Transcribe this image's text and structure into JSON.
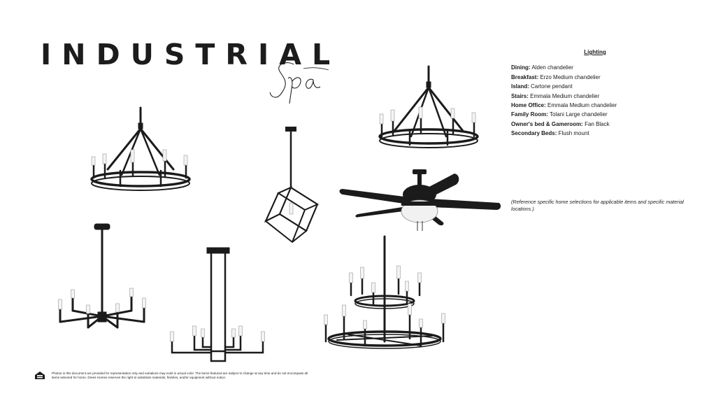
{
  "title": "INDUSTRIAL",
  "subtitle_script": "Spa",
  "spec": {
    "heading": "Lighting",
    "rows": [
      {
        "label": "Dining",
        "value": "Alden chandelier"
      },
      {
        "label": "Breakfast",
        "value": "Erzo Medium chandelier"
      },
      {
        "label": "Island",
        "value": " Cartone pendant"
      },
      {
        "label": "Stairs",
        "value": "Emmala Medium chandelier"
      },
      {
        "label": "Home Office",
        "value": "Emmala Medium chandelier"
      },
      {
        "label": "Family Room",
        "value": "Tolani Large chandelier"
      },
      {
        "label": "Owner's bed & Gameroom",
        "value": "Fan Black"
      },
      {
        "label": "Secondary Beds",
        "value": "Flush mount"
      }
    ]
  },
  "note": "(Reference specific home selections for applicable items and specific material locations.)",
  "disclaimer": "Photos in this document are provided for representation only and variations may exist in actual color. The items featured are subject to change at any time and do not encompass all items selected for home. Drees Homes reserves the right to substitute materials, finishes, and/or equipment without notice.",
  "icons": {
    "equal_housing": "equal-housing-icon"
  },
  "colors": {
    "fixture": "#1b1b1b",
    "candle": "#f3f3f3",
    "text": "#1a1a1a"
  }
}
